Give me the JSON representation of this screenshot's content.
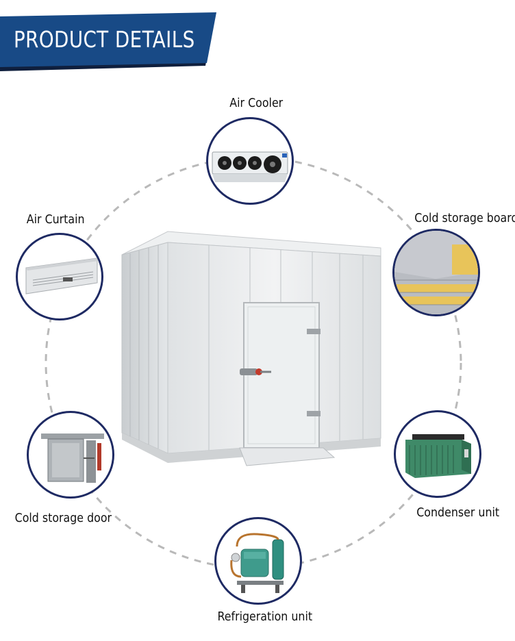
{
  "banner": {
    "title": "PRODUCT DETAILS",
    "color": "#184a86",
    "shadow_color": "#0f1f3d"
  },
  "components": [
    {
      "id": "air-cooler",
      "label": "Air Cooler",
      "icon": "air-cooler-icon"
    },
    {
      "id": "air-curtain",
      "label": "Air Curtain",
      "icon": "air-curtain-icon"
    },
    {
      "id": "cold-storage-board",
      "label": "Cold storage board",
      "icon": "insulated-panel-icon"
    },
    {
      "id": "cold-storage-door",
      "label": "Cold storage door",
      "icon": "sliding-door-icon"
    },
    {
      "id": "condenser-unit",
      "label": "Condenser unit",
      "icon": "condenser-icon"
    },
    {
      "id": "refrigeration-unit",
      "label": "Refrigeration unit",
      "icon": "compressor-icon"
    }
  ],
  "colors": {
    "circle_border": "#1e2a63",
    "dashed_ring": "#b9b9b9",
    "room_panel": "#e4e6e8"
  }
}
